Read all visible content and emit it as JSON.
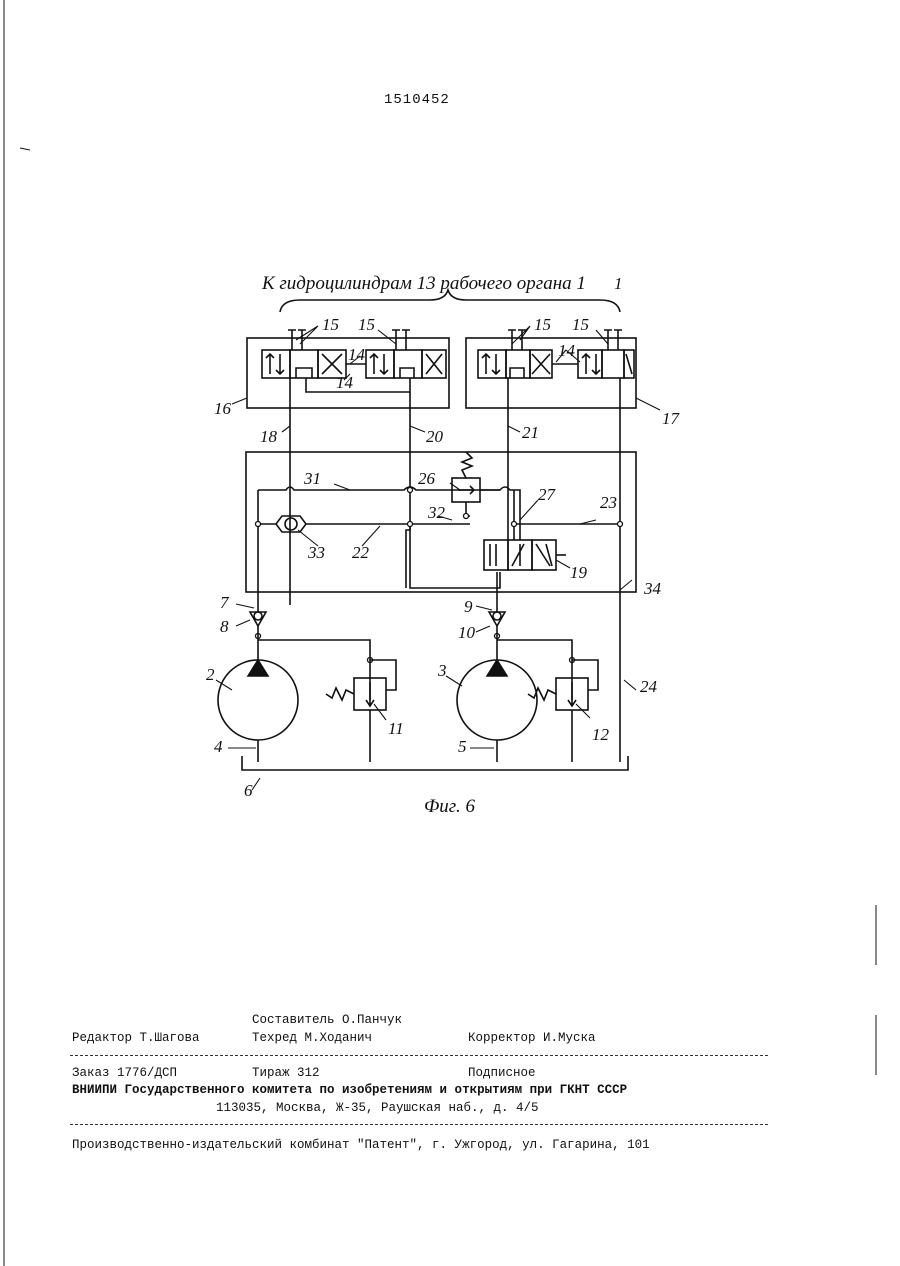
{
  "header": {
    "patent_number": "1510452"
  },
  "figure": {
    "title": "К гидроцилиндрам 13 рабочего органа 1",
    "caption": "Фиг. 6",
    "labels": {
      "l1": "1",
      "l2": "2",
      "l3": "3",
      "l4": "4",
      "l5": "5",
      "l6": "6",
      "l7": "7",
      "l8": "8",
      "l9": "9",
      "l10": "10",
      "l11": "11",
      "l12": "12",
      "l14a": "14",
      "l14b": "14",
      "l14c": "14",
      "l15a": "15",
      "l15b": "15",
      "l15c": "15",
      "l15d": "15",
      "l16": "16",
      "l17": "17",
      "l18": "18",
      "l19": "19",
      "l20": "20",
      "l21": "21",
      "l22": "22",
      "l23": "23",
      "l24": "24",
      "l26": "26",
      "l27": "27",
      "l31": "31",
      "l32": "32",
      "l33": "33",
      "l34": "34"
    }
  },
  "footer": {
    "compiler": "Составитель О.Панчук",
    "editor": "Редактор Т.Шагова",
    "techred": "Техред М.Ходанич",
    "corrector": "Корректор И.Муска",
    "order": "Заказ 1776/ДСП",
    "circulation": "Тираж 312",
    "subscription": "Подписное",
    "org": "ВНИИПИ Государственного комитета по изобретениям и открытиям при ГКНТ СССР",
    "address": "113035, Москва, Ж-35, Раушская наб., д. 4/5",
    "publisher": "Производственно-издательский комбинат \"Патент\", г. Ужгород, ул. Гагарина, 101"
  }
}
